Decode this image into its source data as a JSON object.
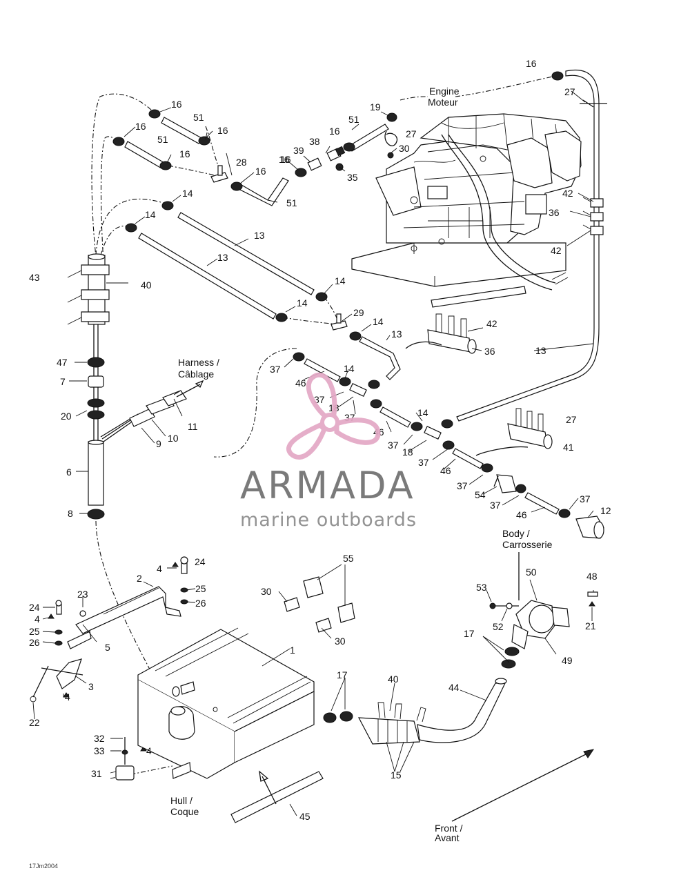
{
  "labels": {
    "engine": "Engine",
    "moteur": "Moteur",
    "harness": "Harness /",
    "cablage": "Câblage",
    "body": "Body /",
    "carrosserie": "Carrosserie",
    "hull": "Hull /",
    "coque": "Coque",
    "front": "Front /",
    "avant": "Avant",
    "code": "17Jm2004"
  },
  "watermark": {
    "brand": "ARMADA",
    "tagline": "marine outboards"
  },
  "callouts": [
    "16",
    "16",
    "27",
    "16",
    "51",
    "16",
    "16",
    "51",
    "16",
    "28",
    "16",
    "51",
    "19",
    "51",
    "16",
    "27",
    "38",
    "39",
    "16",
    "30",
    "35",
    "42",
    "36",
    "42",
    "14",
    "14",
    "13",
    "13",
    "43",
    "40",
    "14",
    "14",
    "29",
    "14",
    "13",
    "42",
    "36",
    "13",
    "47",
    "7",
    "20",
    "11",
    "10",
    "9",
    "37",
    "46",
    "14",
    "37",
    "18",
    "37",
    "14",
    "46",
    "27",
    "41",
    "37",
    "18",
    "37",
    "46",
    "37",
    "54",
    "37",
    "46",
    "37",
    "12",
    "6",
    "8",
    "4",
    "24",
    "2",
    "25",
    "26",
    "23",
    "24",
    "4",
    "25",
    "26",
    "5",
    "3",
    "4",
    "22",
    "30",
    "55",
    "30",
    "1",
    "53",
    "52",
    "50",
    "48",
    "21",
    "49",
    "17",
    "17",
    "40",
    "44",
    "15",
    "32",
    "33",
    "4",
    "31",
    "45"
  ]
}
